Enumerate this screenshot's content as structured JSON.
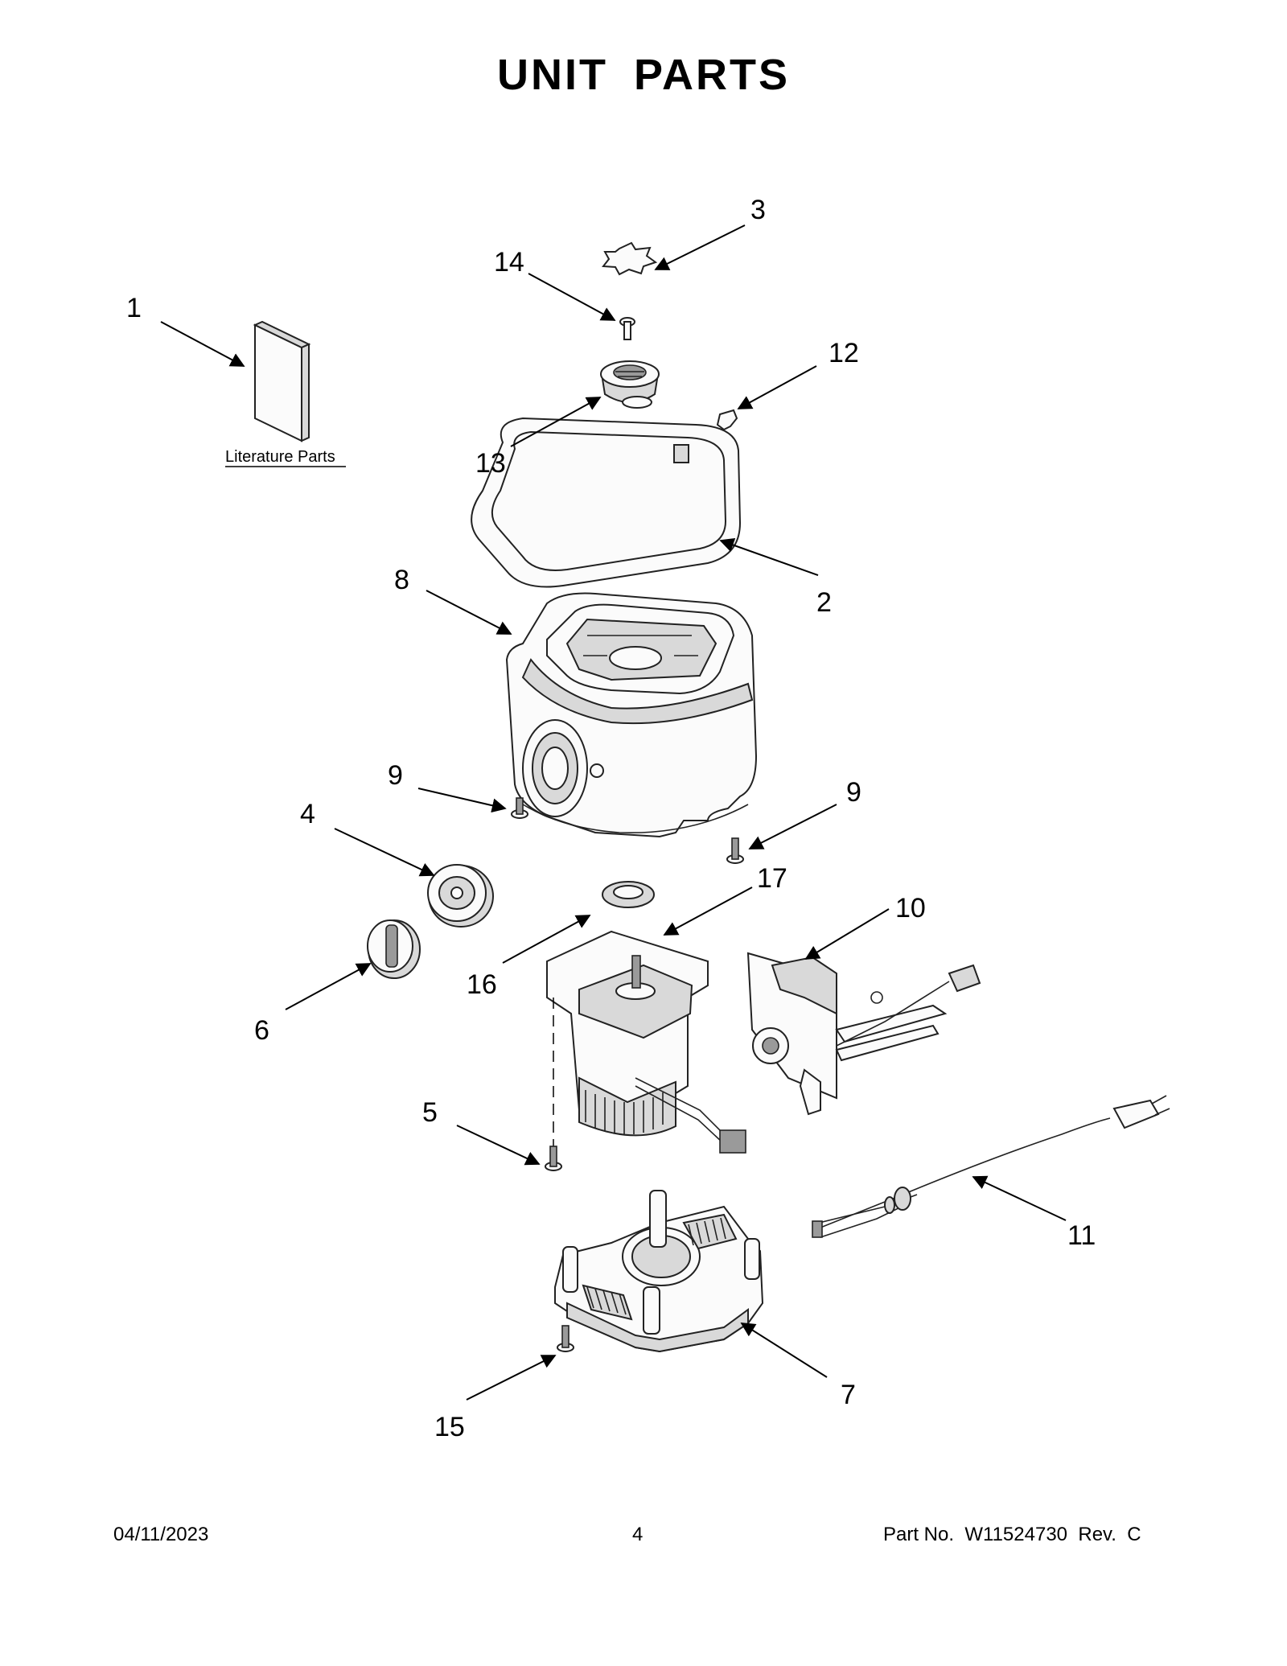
{
  "title": "UNIT PARTS",
  "literature_label": "Literature Parts",
  "callouts": {
    "c1": "1",
    "c2": "2",
    "c3": "3",
    "c4": "4",
    "c5": "5",
    "c6": "6",
    "c7": "7",
    "c8": "8",
    "c9a": "9",
    "c9b": "9",
    "c10": "10",
    "c11": "11",
    "c12": "12",
    "c13": "13",
    "c14": "14",
    "c15": "15",
    "c16": "16",
    "c17": "17"
  },
  "footer": {
    "date": "04/11/2023",
    "page": "4",
    "part_no": "Part No.  W11524730  Rev.  C"
  }
}
